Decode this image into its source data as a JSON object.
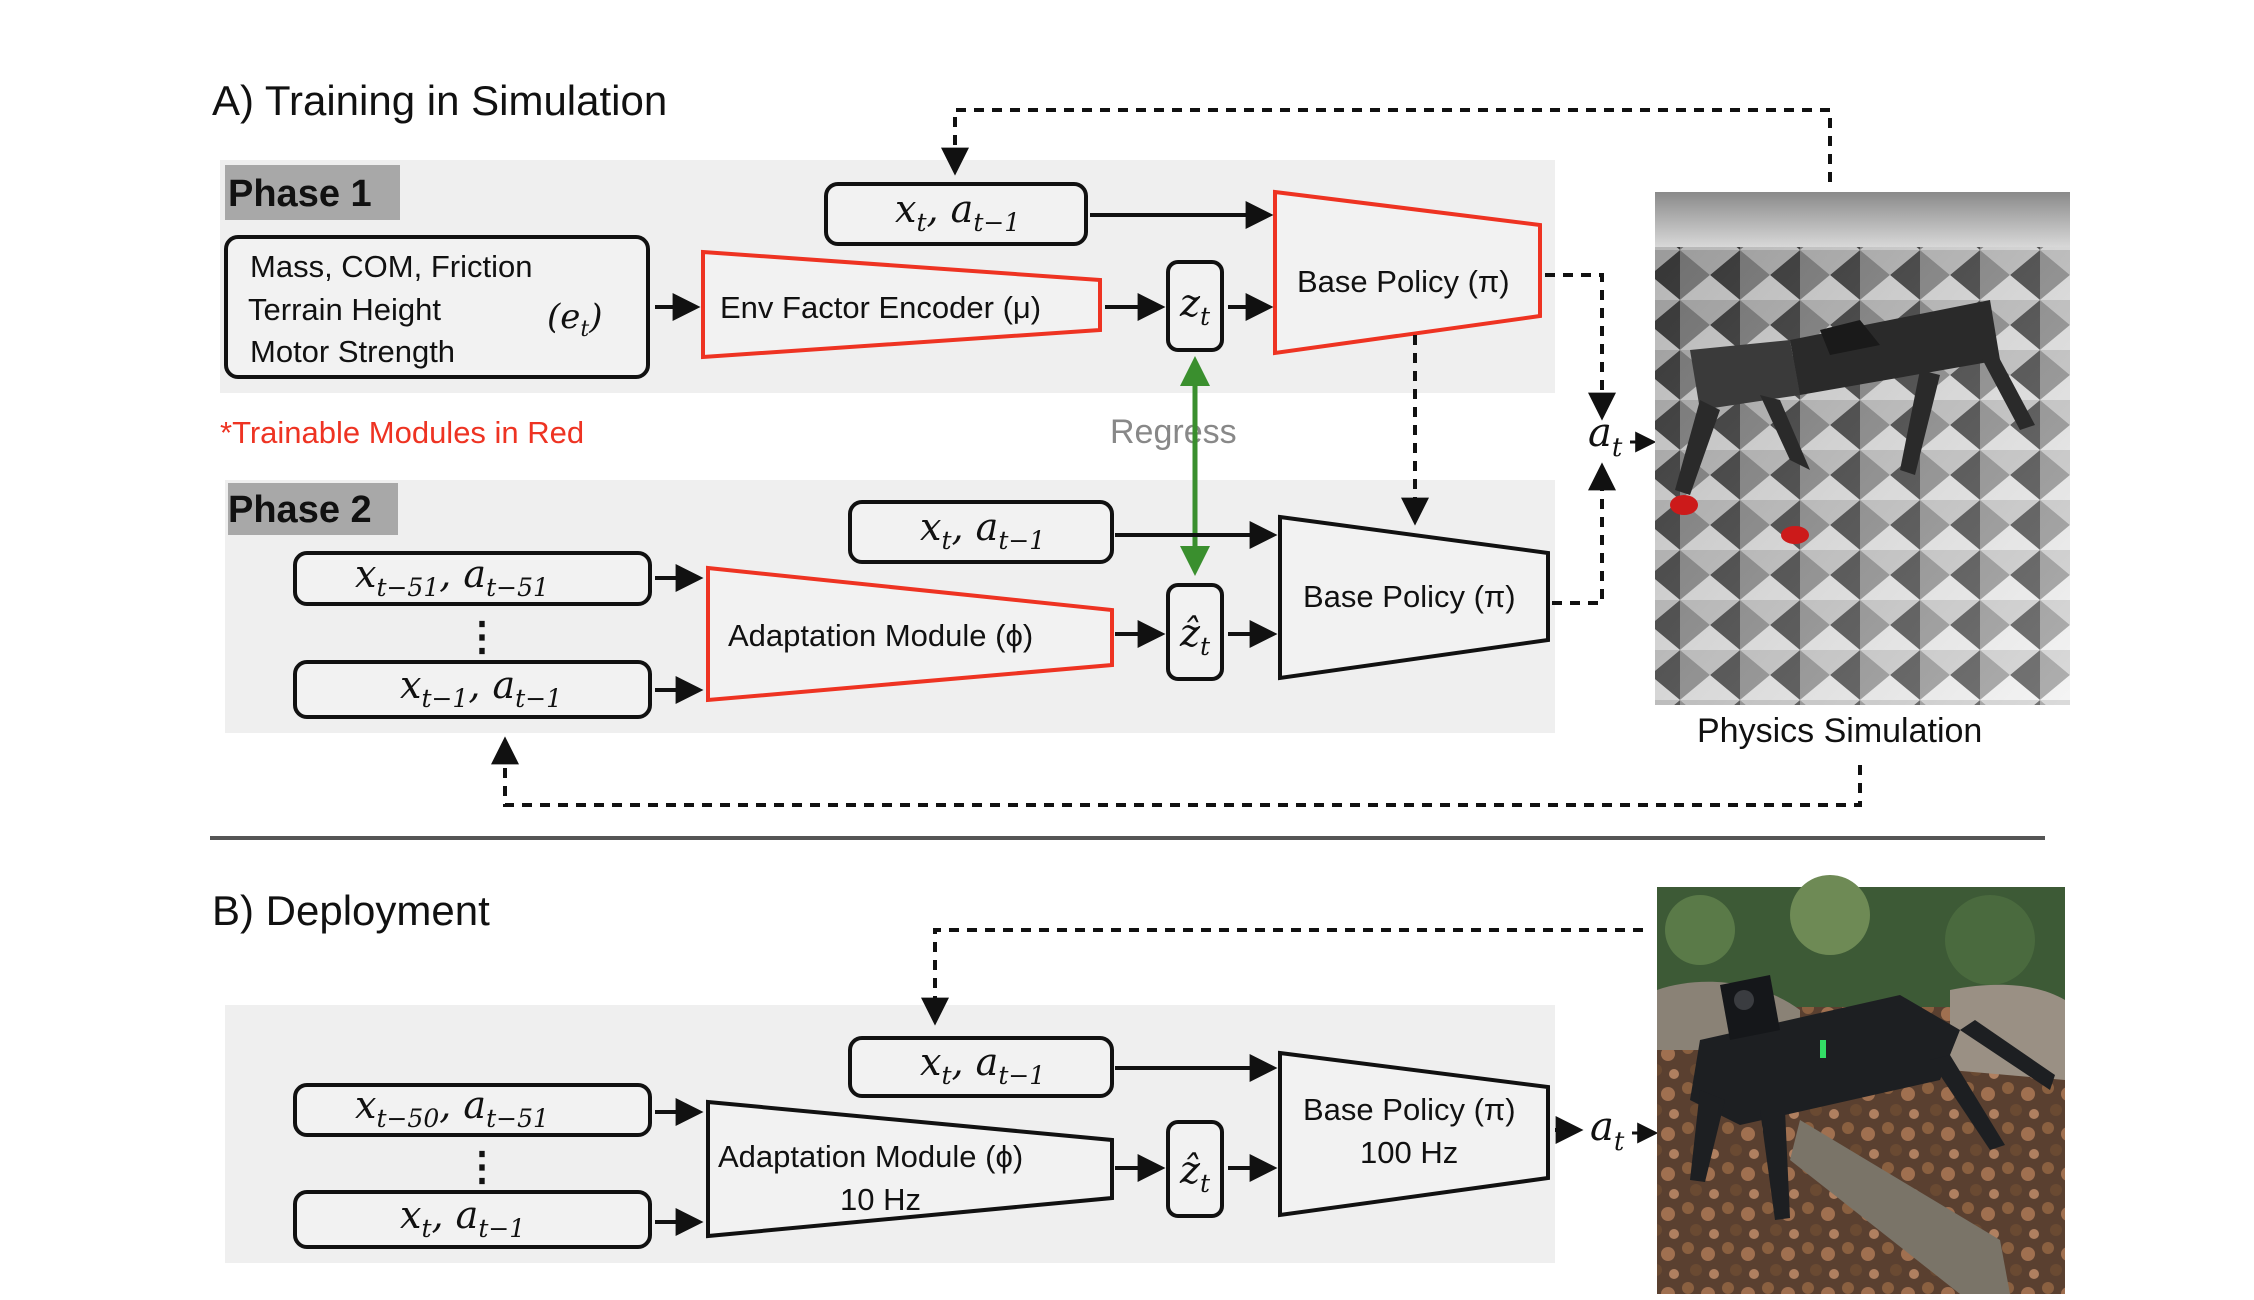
{
  "section_a": {
    "title": "A) Training in Simulation",
    "phase1": {
      "tag": "Phase 1",
      "env_lines": [
        "Mass, COM, Friction",
        "Terrain Height",
        "Motor Strength"
      ],
      "env_symbol": "(e",
      "env_symbol_sub": "t",
      "env_symbol_close": ")",
      "obs_x": "x",
      "obs_x_sub": "t",
      "obs_a": ", a",
      "obs_a_sub": "t−1",
      "encoder": "Env Factor Encoder (μ)",
      "latent": "z",
      "latent_sub": "t",
      "policy": "Base Policy (π)"
    },
    "trainable_note": "*Trainable Modules in Red",
    "regress_label": "Regress",
    "phase2": {
      "tag": "Phase 2",
      "hist_first_x": "x",
      "hist_first_x_sub": "t−51",
      "hist_first_a": ", a",
      "hist_first_a_sub": "t−51",
      "hist_ellipsis": "⋮",
      "hist_last_x": "x",
      "hist_last_x_sub": "t−1",
      "hist_last_a": ", a",
      "hist_last_a_sub": "t−1",
      "obs_x": "x",
      "obs_x_sub": "t",
      "obs_a": ", a",
      "obs_a_sub": "t−1",
      "adaptation": "Adaptation Module (ϕ)",
      "latent_hat": "ẑ",
      "latent_hat_sub": "t",
      "policy": "Base Policy (π)"
    },
    "action": "a",
    "action_sub": "t",
    "sim_caption": "Physics Simulation"
  },
  "section_b": {
    "title": "B) Deployment",
    "hist_first_x": "x",
    "hist_first_x_sub": "t−50",
    "hist_first_a": ", a",
    "hist_first_a_sub": "t−51",
    "hist_ellipsis": "⋮",
    "hist_last_x": "x",
    "hist_last_x_sub": "t",
    "hist_last_a": ", a",
    "hist_last_a_sub": "t−1",
    "obs_x": "x",
    "obs_x_sub": "t",
    "obs_a": ", a",
    "obs_a_sub": "t−1",
    "adaptation": "Adaptation Module (ϕ)",
    "adaptation_rate": "10 Hz",
    "latent_hat": "ẑ",
    "latent_hat_sub": "t",
    "policy": "Base Policy (π)",
    "policy_rate": "100 Hz",
    "action": "a",
    "action_sub": "t"
  },
  "colors": {
    "trainable": "#ee3322",
    "regress_arrow": "#3a8f2e",
    "panel_bg": "#efefef",
    "phase_tag_bg": "#a8a8a8",
    "ink": "#111111"
  }
}
